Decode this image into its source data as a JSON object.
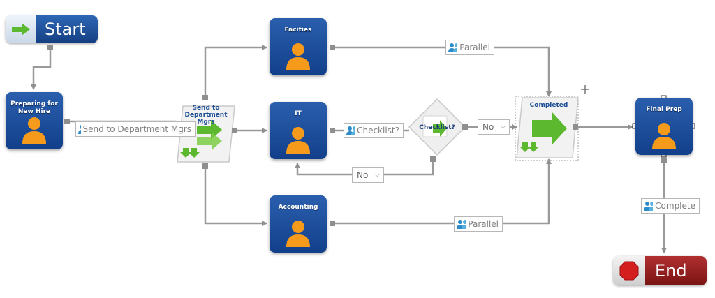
{
  "start": {
    "label": "Start"
  },
  "end": {
    "label": "End"
  },
  "tasks": {
    "preparing": {
      "title": "Preparing for New Hire"
    },
    "facilities": {
      "title": "Facities"
    },
    "it": {
      "title": "IT"
    },
    "accounting": {
      "title": "Accounting"
    },
    "final_prep": {
      "title": "Final Prep"
    }
  },
  "steps": {
    "send_to_dept": {
      "title": "Send to Department Mgrs"
    },
    "checklist": {
      "title": "Checklist?"
    },
    "completed": {
      "title": "Completed"
    }
  },
  "edge_labels": {
    "send_to_dept_mgrs": "Send to Department Mgrs",
    "parallel_top": "Parallel",
    "checklist_q": "Checklist?",
    "parallel_bottom": "Parallel",
    "complete": "Complete"
  },
  "dropdowns": {
    "no_right": "No",
    "no_loop": "No"
  },
  "colors": {
    "task_blue": "#1f4f99",
    "start_blue": "#1e4f9c",
    "end_red": "#9b2222",
    "connector_gray": "#8f8f8f",
    "person_orange": "#f59a1b",
    "arrow_green": "#5cb82f"
  },
  "icons": {
    "start": "green-arrow-icon",
    "end": "stop-sign-icon",
    "task": "person-icon",
    "edge": "people-icon"
  }
}
